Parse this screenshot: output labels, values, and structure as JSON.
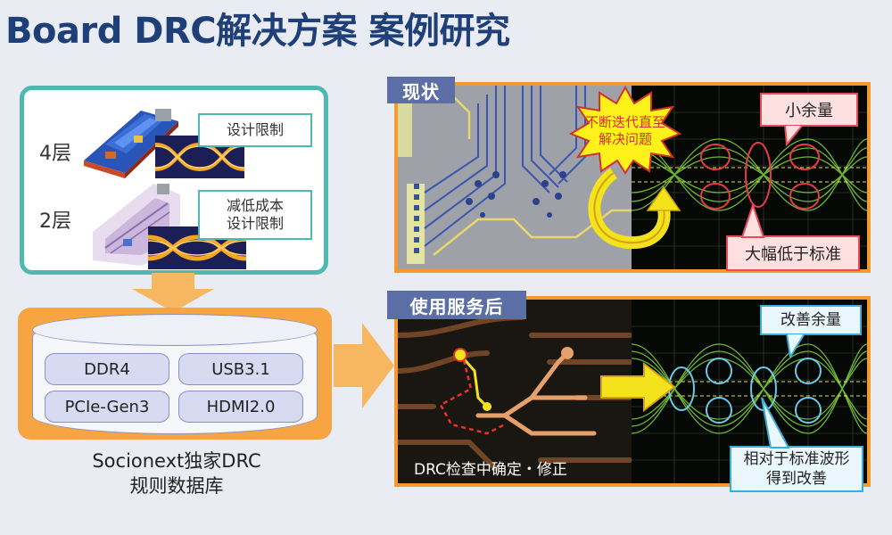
{
  "title": "Board DRC解决方案 案例研究",
  "left": {
    "layer4": "4层",
    "layer2": "2层",
    "box1": "设计限制",
    "box2_line1": "减低成本",
    "box2_line2": "设计限制"
  },
  "db": {
    "items": [
      "DDR4",
      "USB3.1",
      "PCIe-Gen3",
      "HDMI2.0"
    ],
    "caption_line1": "Socionext独家DRC",
    "caption_line2": "规则数据库"
  },
  "current": {
    "tag": "现状",
    "burst_line1": "不断迭代直至",
    "burst_line2": "解决问题",
    "callout_top": "小余量",
    "callout_bottom": "大幅低于标准"
  },
  "after": {
    "tag": "使用服务后",
    "drc_label": "DRC检查中确定・修正",
    "callout_top": "改善余量",
    "callout_bottom_line1": "相对于标准波形",
    "callout_bottom_line2": "得到改善"
  },
  "colors": {
    "title": "#1f3f78",
    "teal": "#4fb9b0",
    "orange": "#f59a30",
    "tag": "#5c6ea6",
    "red": "#e84a5a",
    "blue": "#3aaed8"
  }
}
